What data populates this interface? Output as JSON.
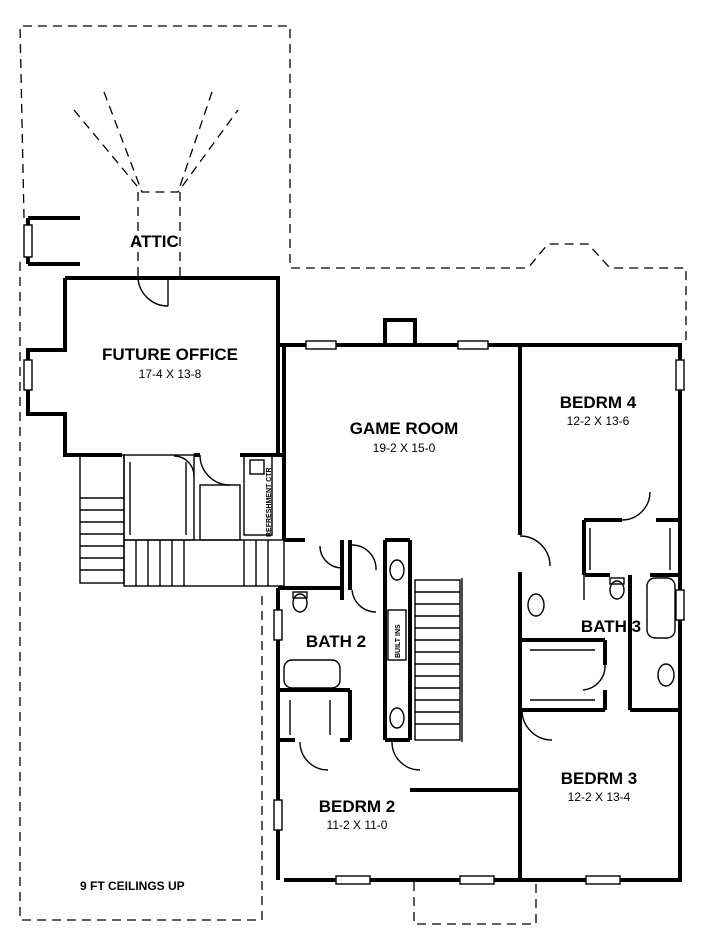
{
  "labels": {
    "attic": "ATTIC",
    "future_office": {
      "name": "FUTURE OFFICE",
      "size": "17-4 X 13-8"
    },
    "game_room": {
      "name": "GAME ROOM",
      "size": "19-2 X 15-0"
    },
    "bedrm4": {
      "name": "BEDRM 4",
      "size": "12-2 X 13-6"
    },
    "bedrm3": {
      "name": "BEDRM 3",
      "size": "12-2 X 13-4"
    },
    "bedrm2": {
      "name": "BEDRM 2",
      "size": "11-2 X 11-0"
    },
    "bath2": "BATH 2",
    "bath3": "BATH 3",
    "builtins": "BUILT INS",
    "refreshment": "REFRESHMENT CTR",
    "ceilings_note": "9 FT CEILINGS UP"
  },
  "colors": {
    "ink": "#000000",
    "paper": "#ffffff"
  }
}
